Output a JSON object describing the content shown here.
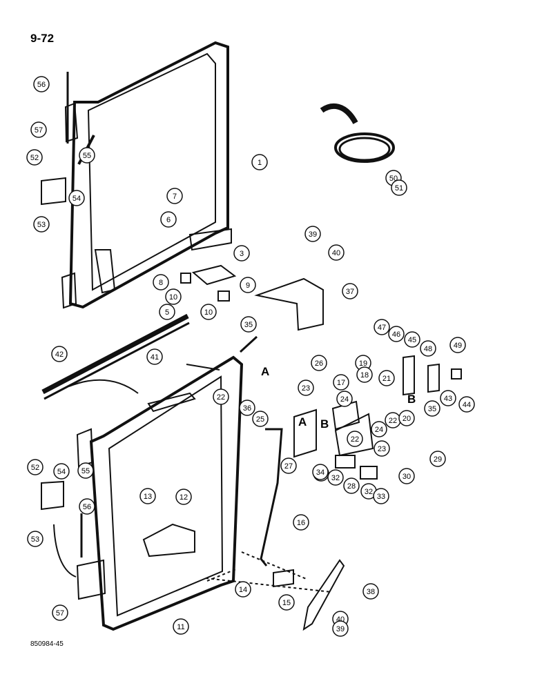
{
  "page_number": "9-72",
  "figure_code": "850984-45",
  "section_letters": [
    "A",
    "B",
    "A",
    "B"
  ],
  "callouts": [
    "56",
    "57",
    "52",
    "55",
    "54",
    "53",
    "1",
    "50",
    "51",
    "7",
    "6",
    "3",
    "8",
    "9",
    "10",
    "10",
    "5",
    "39",
    "40",
    "37",
    "35",
    "42",
    "41",
    "26",
    "23",
    "19",
    "18",
    "17",
    "21",
    "47",
    "46",
    "45",
    "48",
    "49",
    "22",
    "24",
    "25",
    "20",
    "44",
    "43",
    "35",
    "36",
    "22",
    "27",
    "31",
    "22",
    "24",
    "23",
    "29",
    "34",
    "32",
    "28",
    "32",
    "30",
    "33",
    "52",
    "54",
    "55",
    "53",
    "56",
    "13",
    "12",
    "16",
    "14",
    "15",
    "38",
    "57",
    "11",
    "40",
    "39"
  ]
}
